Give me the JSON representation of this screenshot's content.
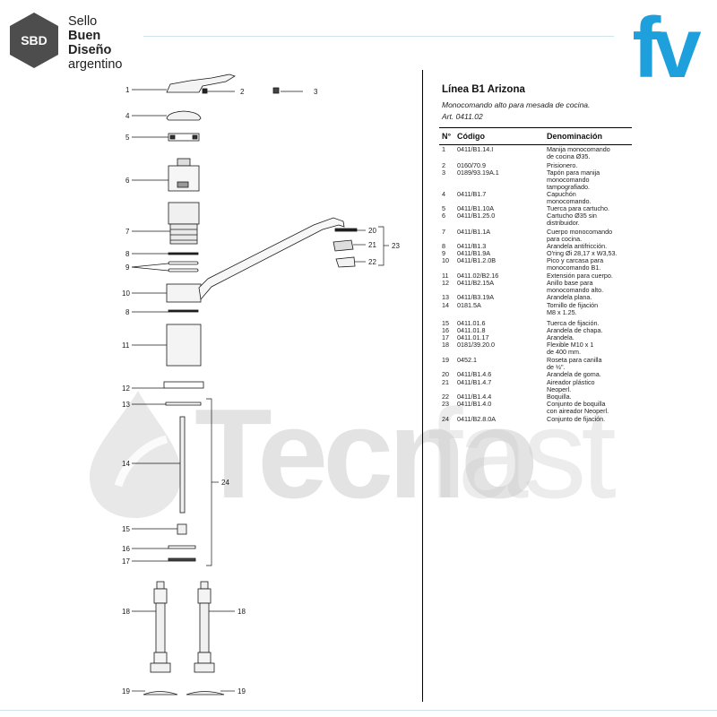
{
  "branding": {
    "sbd_badge": "SBD",
    "sbd_lines": [
      "Sello",
      "Buen",
      "Diseño",
      "argentino"
    ],
    "fv_logo": "fv",
    "watermark_bold": "Tecno",
    "watermark_light": "fast"
  },
  "panel": {
    "title": "Línea B1 Arizona",
    "subtitle": "Monocomando alto para mesada de cocina.",
    "article": "Art. 0411.02",
    "headers": {
      "num": "N°",
      "code": "Código",
      "name": "Denominación"
    },
    "rows": [
      {
        "n": "1",
        "code": "0411/B1.14.I",
        "lines": [
          "Manija monocomando",
          "de cocina Ø35."
        ]
      },
      {
        "n": "2",
        "code": "0160/70.9",
        "lines": [
          "Prisionero."
        ]
      },
      {
        "n": "3",
        "code": "0189/93.19A.1",
        "lines": [
          "Tapón para manija",
          "monocomando",
          "tampografiado."
        ]
      },
      {
        "n": "4",
        "code": "0411/B1.7",
        "lines": [
          "Capuchón",
          "monocomando."
        ]
      },
      {
        "n": "5",
        "code": "0411/B1.10A",
        "lines": [
          "Tuerca para cartucho."
        ]
      },
      {
        "n": "6",
        "code": "0411/B1.25.0",
        "lines": [
          "Cartucho Ø35 sin",
          "distribuidor."
        ]
      },
      {
        "n": "7",
        "code": "0411/B1.1A",
        "lines": [
          "Cuerpo monocomando",
          "para cocina."
        ]
      },
      {
        "n": "8",
        "code": "0411/B1.3",
        "lines": [
          "Arandela antifricción."
        ]
      },
      {
        "n": "9",
        "code": "0411/B1.9A",
        "lines": [
          "O'ring Øi 28,17 x W3,53."
        ]
      },
      {
        "n": "10",
        "code": "0411/B1.2.0B",
        "lines": [
          "Pico y carcasa para",
          "monocomando B1."
        ]
      },
      {
        "n": "11",
        "code": "0411.02/B2.16",
        "lines": [
          "Extensión para cuerpo."
        ]
      },
      {
        "n": "12",
        "code": "0411/B2.15A",
        "lines": [
          "Anillo base para",
          "monocomando alto."
        ]
      },
      {
        "n": "13",
        "code": "0411/B3.19A",
        "lines": [
          "Arandela plana."
        ]
      },
      {
        "n": "14",
        "code": "0181.5A",
        "lines": [
          "Tornillo de fijación",
          "M8 x 1.25."
        ]
      },
      {
        "n": "15",
        "code": "0411.01.6",
        "lines": [
          "Tuerca de fijación."
        ]
      },
      {
        "n": "16",
        "code": "0411.01.8",
        "lines": [
          "Arandela de chapa."
        ]
      },
      {
        "n": "17",
        "code": "0411.01.17",
        "lines": [
          "Arandela."
        ]
      },
      {
        "n": "18",
        "code": "0181/39.20.0",
        "lines": [
          "Flexible M10 x 1",
          "de 400 mm."
        ]
      },
      {
        "n": "19",
        "code": "0452.1",
        "lines": [
          "Roseta para canilla",
          "de ½\"."
        ]
      },
      {
        "n": "20",
        "code": "0411/B1.4.6",
        "lines": [
          "Arandela de goma."
        ]
      },
      {
        "n": "21",
        "code": "0411/B1.4.7",
        "lines": [
          "Aireador plástico",
          "Neoperl."
        ]
      },
      {
        "n": "22",
        "code": "0411/B1.4.4",
        "lines": [
          "Boquilla."
        ]
      },
      {
        "n": "23",
        "code": "0411/B1.4.0",
        "lines": [
          "Conjunto de boquilla",
          "con aireador Neoperl."
        ]
      },
      {
        "n": "24",
        "code": "0411/B2.8.0A",
        "lines": [
          "Conjunto de fijación."
        ]
      }
    ]
  },
  "callouts": [
    "1",
    "2",
    "3",
    "4",
    "5",
    "6",
    "7",
    "8",
    "9",
    "10",
    "8",
    "11",
    "12",
    "13",
    "14",
    "15",
    "16",
    "17",
    "18",
    "18",
    "19",
    "19",
    "20",
    "21",
    "22",
    "23",
    "24"
  ],
  "colors": {
    "fv_blue": "#1ea0dc",
    "sbd_gray": "#4d4d4d"
  }
}
